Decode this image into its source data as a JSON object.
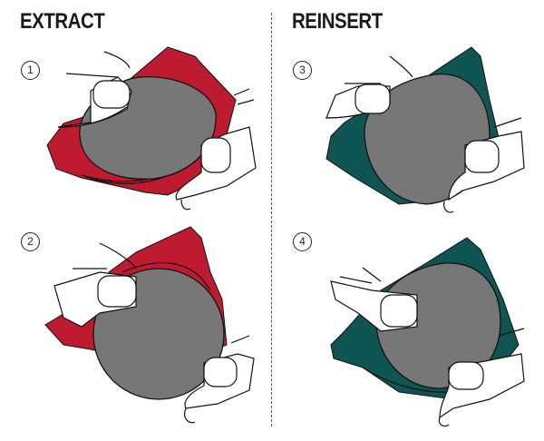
{
  "titles": {
    "extract": "EXTRACT",
    "reinsert": "REINSERT"
  },
  "steps": [
    "1",
    "2",
    "3",
    "4"
  ],
  "colors": {
    "extract_pad": "#be1a30",
    "reinsert_pad": "#0f5553",
    "disc": "#777777"
  }
}
